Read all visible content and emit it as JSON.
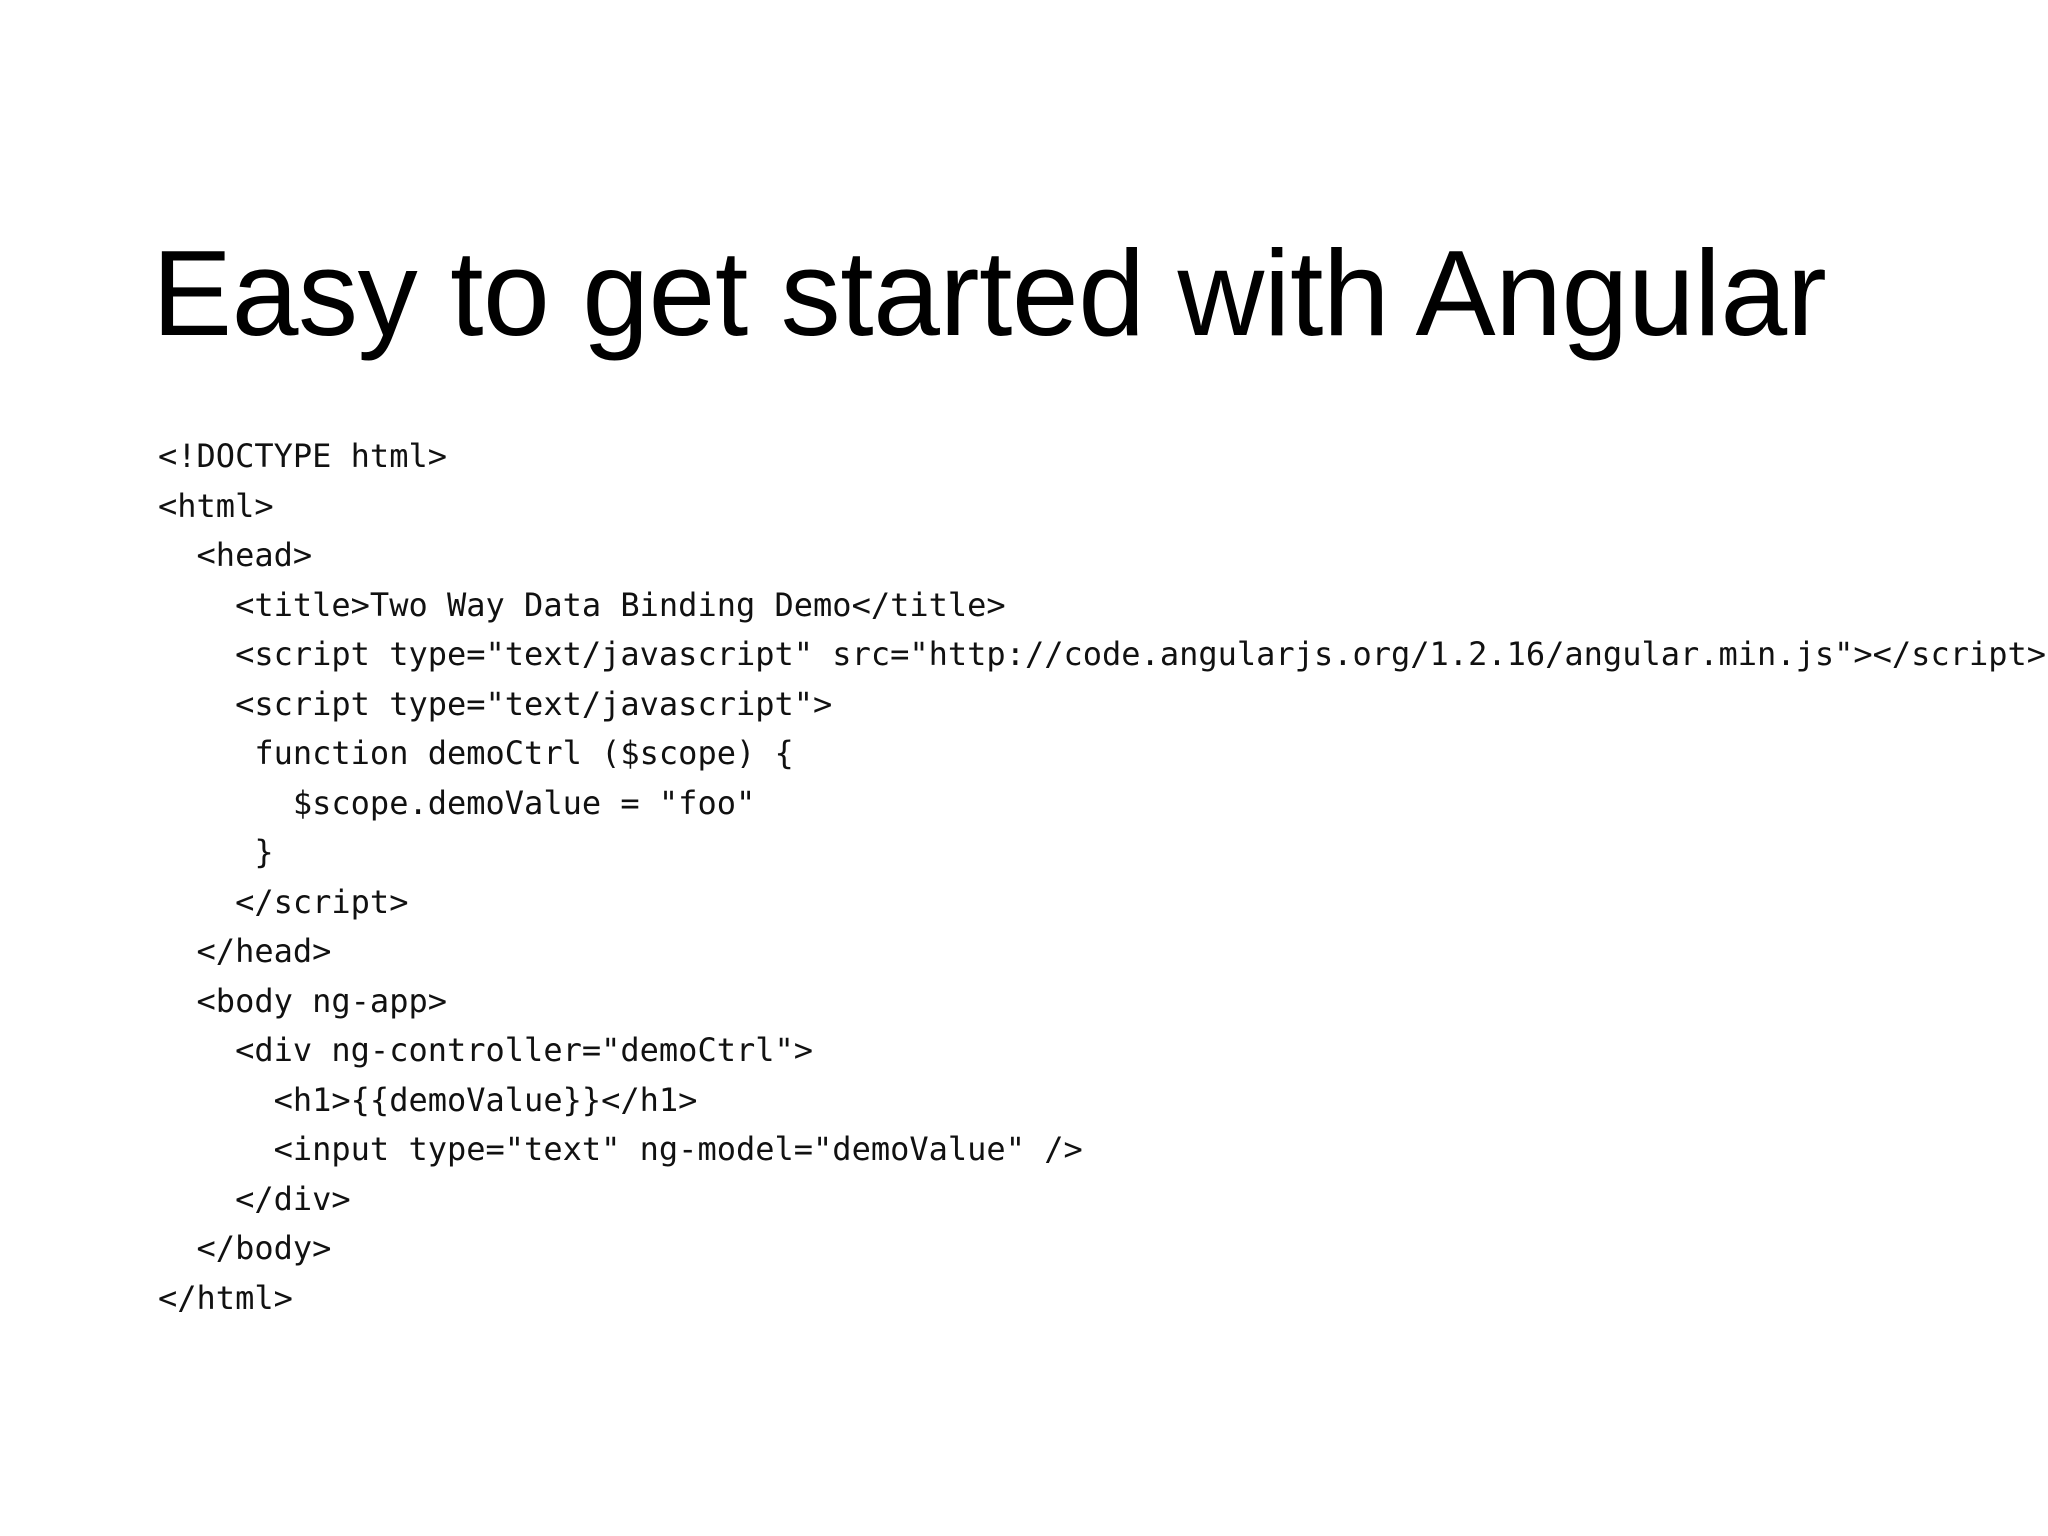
{
  "slide": {
    "background_color": "#ffffff",
    "text_color": "#000000",
    "title": "Easy to get started with Angular"
  },
  "code": {
    "language": "html",
    "lines": [
      "<!DOCTYPE html>",
      "<html>",
      "  <head>",
      "    <title>Two Way Data Binding Demo</title>",
      "    <script type=\"text/javascript\" src=\"http://code.angularjs.org/1.2.16/angular.min.js\"></script>",
      "    <script type=\"text/javascript\">",
      "     function demoCtrl ($scope) {",
      "       $scope.demoValue = \"foo\"",
      "     }",
      "    </script>",
      "  </head>",
      "  <body ng-app>",
      "    <div ng-controller=\"demoCtrl\">",
      "      <h1>{{demoValue}}</h1>",
      "      <input type=\"text\" ng-model=\"demoValue\" />",
      "    </div>",
      "  </body>",
      "</html>"
    ]
  }
}
